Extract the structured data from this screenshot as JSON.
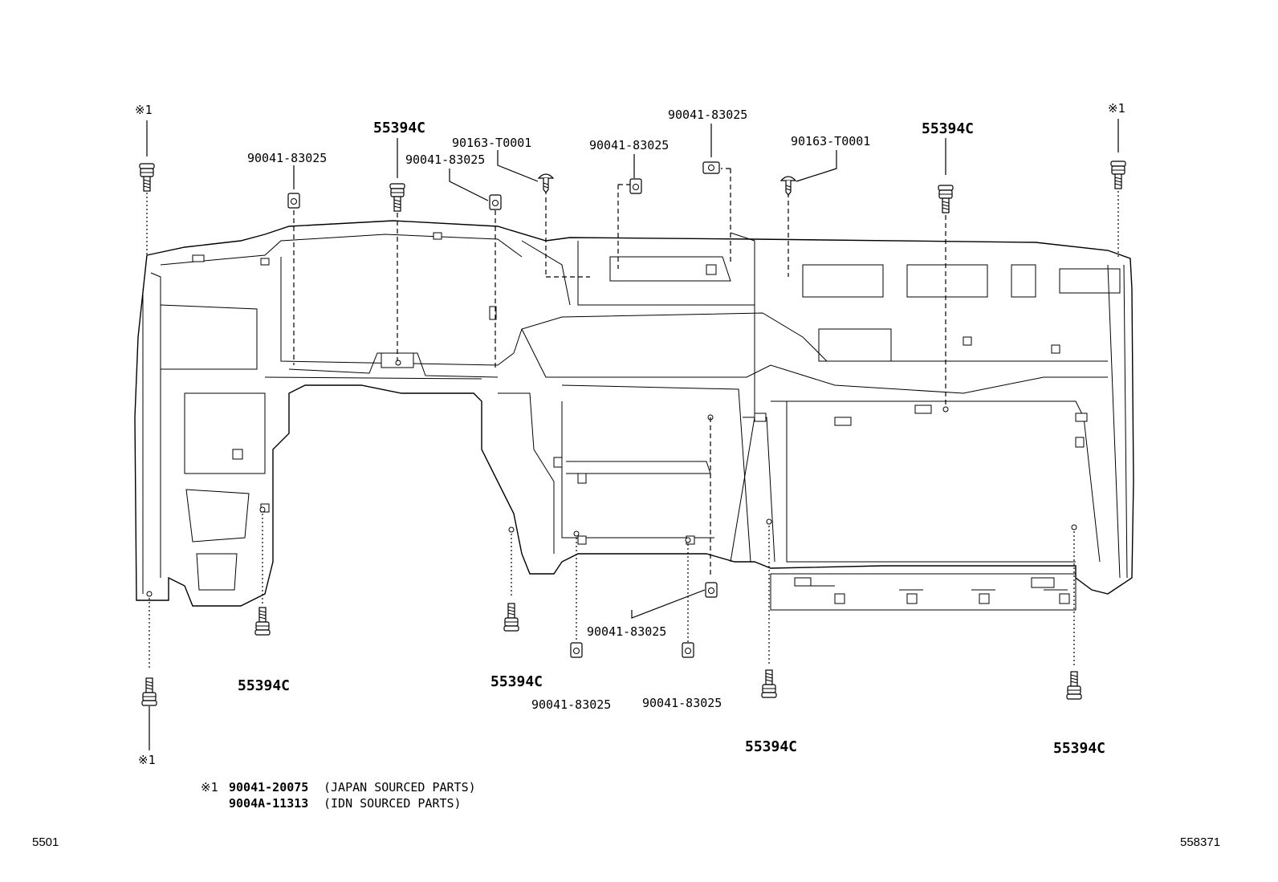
{
  "callouts": {
    "mark_1": "※1",
    "bolt_55394c": "55394C",
    "nut_90041_83025": "90041-83025",
    "clip_90163_t0001": "90163-T0001"
  },
  "legend": {
    "mark": "※1",
    "line1_part": "90041-20075",
    "line1_note": "(JAPAN SOURCED PARTS)",
    "line2_part": "9004A-11313",
    "line2_note": "(IDN SOURCED PARTS)"
  },
  "footer": {
    "left_code": "5501",
    "right_code": "558371"
  }
}
